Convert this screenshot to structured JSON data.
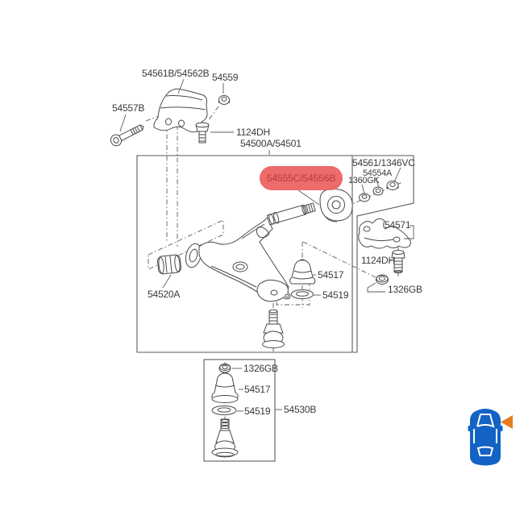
{
  "diagram": {
    "assembly_label": "54500A/54501",
    "highlight": {
      "text": "54555C/54556B",
      "bg_color": "#ec6b6b",
      "text_color": "#bb3a3a"
    },
    "parts": {
      "bracket_assy": "54561B/54562B",
      "nut_top": "54559",
      "bolt_left": "54557B",
      "bolt_top": "1124DH",
      "nut_group": "54561/1346VC",
      "washer_small": "54554A",
      "washer_lock": "1360GK",
      "stay_bracket": "54571",
      "bolt_right": "1124DH",
      "nut_right": "1326GB",
      "arm_bushing": "54520A",
      "dust_cover": "54517",
      "snap_ring": "54519",
      "nut_bottom": "1326GB",
      "dust_cover_bottom": "54517",
      "snap_ring_bottom": "54519",
      "ball_joint_assembly": "54530B"
    }
  },
  "car_locator": {
    "body_color": "#1363c4",
    "arrow_color": "#e87d1e"
  }
}
